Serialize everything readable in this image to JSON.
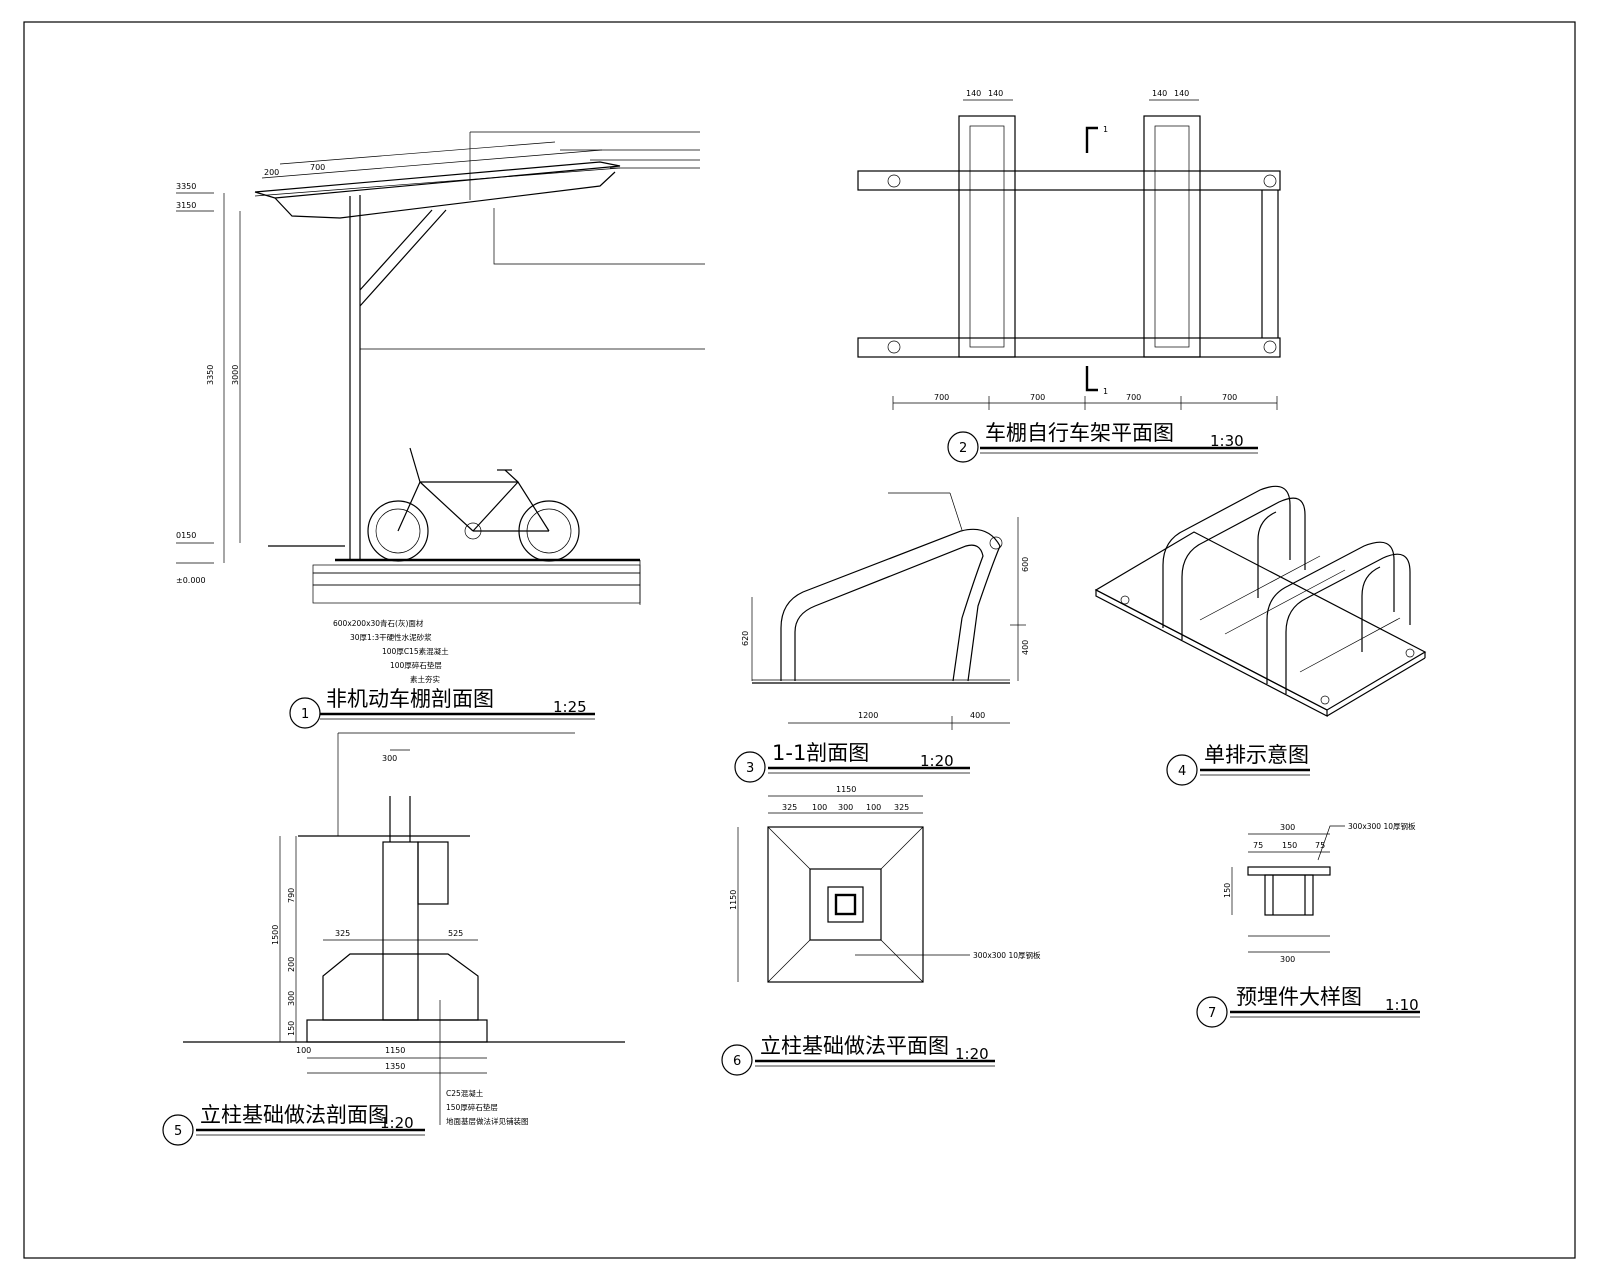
{
  "drawings": {
    "d1": {
      "number": "1",
      "title": "非机动车棚剖面图",
      "scale": "1:25",
      "dims": {
        "top": "3350",
        "eave": "3150",
        "col": "3000",
        "total": "3350",
        "base": "0150",
        "zero": "±0.000",
        "d200": "200",
        "d700": "700"
      },
      "notes": [
        "600x200x30青石(灰)面材",
        "30厚1:3干硬性水泥砂浆",
        "100厚C15素混凝土",
        "100厚碎石垫层",
        "素土夯实"
      ]
    },
    "d2": {
      "number": "2",
      "title": "车棚自行车架平面图",
      "scale": "1:30",
      "dims": [
        "700",
        "700",
        "700",
        "700"
      ],
      "tops": [
        "140",
        "140",
        "140",
        "140"
      ],
      "section_mark": "1"
    },
    "d3": {
      "number": "3",
      "title": "1-1剖面图",
      "scale": "1:20",
      "dims": {
        "w1": "1200",
        "w2": "400",
        "h1": "600",
        "h2": "400",
        "h3": "620"
      }
    },
    "d4": {
      "number": "4",
      "title": "单排示意图"
    },
    "d5": {
      "number": "5",
      "title": "立柱基础做法剖面图",
      "scale": "1:20",
      "dims": {
        "top": "300",
        "total": "1350",
        "d1150": "1150",
        "d100": "100",
        "h1500": "1500",
        "h790": "790",
        "h200": "200",
        "h300": "300",
        "h150": "150",
        "w325": "325",
        "w525": "525"
      },
      "notes": [
        "C25混凝土",
        "150厚碎石垫层",
        "地面基层做法详见铺装图"
      ]
    },
    "d6": {
      "number": "6",
      "title": "立柱基础做法平面图",
      "scale": "1:20",
      "dims": {
        "total": "1150",
        "parts": [
          "325",
          "100",
          "300",
          "100",
          "325"
        ]
      },
      "notes": [
        "300x300 10厚钢板"
      ]
    },
    "d7": {
      "number": "7",
      "title": "预埋件大样图",
      "scale": "1:10",
      "dims": {
        "top": "300",
        "parts": [
          "75",
          "150",
          "75"
        ],
        "bottom": "300",
        "h": "150"
      },
      "notes": [
        "300x300 10厚钢板"
      ]
    }
  }
}
